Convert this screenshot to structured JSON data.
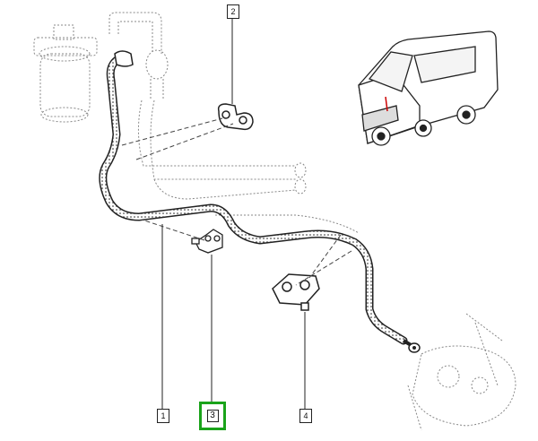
{
  "diagram": {
    "callouts": [
      {
        "id": "c1",
        "label": "1"
      },
      {
        "id": "c2",
        "label": "2"
      },
      {
        "id": "c3",
        "label": "3",
        "highlighted": true
      },
      {
        "id": "c4",
        "label": "4"
      }
    ],
    "highlight_color": "#1aa31a"
  }
}
